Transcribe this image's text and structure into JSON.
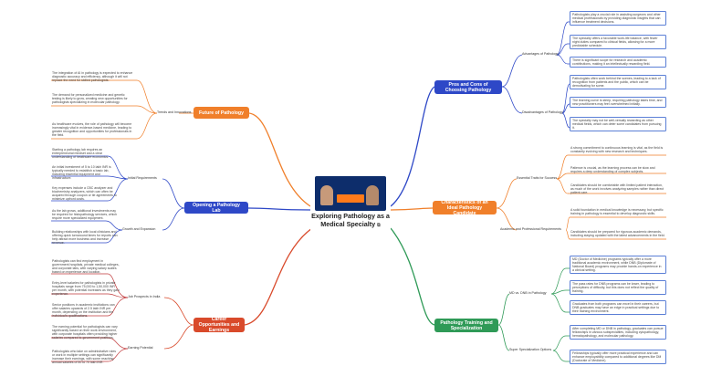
{
  "center": {
    "title": "Exploring Pathology as a Medical Specialty",
    "icon": "external-link-icon"
  },
  "colors": {
    "orange": "#f07f2a",
    "blue": "#2e48c7",
    "green": "#2f9a57",
    "red": "#d94a2b",
    "darkred": "#c0393b"
  },
  "branches": {
    "future": {
      "label": "Future of Pathology",
      "sub": "Trends and Innovations",
      "leaves": [
        "The integration of AI in pathology is expected to enhance diagnostic accuracy and efficiency, although it will not replace the need for skilled pathologists.",
        "The demand for personalized medicine and genetic testing is likely to grow, creating new opportunities for pathologists specializing in molecular pathology.",
        "As healthcare evolves, the role of pathology will become increasingly vital in evidence-based medicine, leading to greater recognition and opportunities for professionals in the field."
      ]
    },
    "lab": {
      "label": "Opening a Pathology Lab",
      "sub1": "Initial Requirements",
      "leaves1": [
        "Starting a pathology lab requires an entrepreneurial mindset and a clear understanding of healthcare economics.",
        "An initial investment of 5 to 10 lakh INR is typically needed to establish a basic lab, including essential equipment and infrastructure.",
        "Key expenses include a CBC analyzer and biochemistry analyzers, which can often be acquired through coupon or tie agreements to minimize upfront costs."
      ],
      "sub2": "Growth and Expansion",
      "leaves2": [
        "As the lab grows, additional investments may be required for histopathology services, which require more specialized equipment.",
        "Building relationships with local clinicians and offering quick turnaround times for reports can help attract more business and increase revenue."
      ]
    },
    "career": {
      "label": "Career Opportunities and Earnings",
      "sub1": "Job Prospects in India",
      "leaves1": [
        "Pathologists can find employment in government hospitals, private medical colleges, and corporate labs, with varying salary scales based on experience and location.",
        "Entry-level salaries for pathologists in private hospitals range from 75,000 to 1,50,000 INR per month, with potential increases as they gain experience.",
        "Senior positions in academic institutions can offer salaries upwards of 2.5 lakh INR per month, depending on the institution and the individual's qualifications."
      ],
      "sub2": "Earning Potential",
      "leaves2": [
        "The earning potential for pathologists can vary significantly based on their work environment, with corporate hospitals often providing higher salaries compared to government positions.",
        "Pathologists who take on administrative roles or work in multiple settings can significantly increase their earnings, with some reaching annual salaries of 50 to 70 lakh INR."
      ]
    },
    "pros": {
      "label": "Pros and Cons of Choosing Pathology",
      "sub1": "Advantages of Pathology",
      "leaves1": [
        "Pathologists play a crucial role in assisting surgeons and other medical professionals by providing diagnostic insights that can influence treatment decisions.",
        "The specialty offers a favorable work-life balance, with fewer night duties compared to clinical fields, allowing for a more predictable schedule.",
        "There is significant scope for research and academic contributions, making it an intellectually rewarding field."
      ],
      "sub2": "Disadvantages of Pathology",
      "leaves2": [
        "Pathologists often work behind the scenes, leading to a lack of recognition from patients and the public, which can be demotivating for some.",
        "The learning curve is steep, requiring pathology takes time, and new practitioners may feel overwhelmed initially.",
        "The specialty may not be well-versally rewarding as other medical fields, which can deter some candidates from pursuing it."
      ]
    },
    "ideal": {
      "label": "Characteristics of an Ideal Pathology Candidate",
      "sub1": "Essential Traits for Success",
      "leaves1": [
        "A strong commitment to continuous learning is vital, as the field is constantly evolving with new research and techniques.",
        "Patience is crucial, as the learning process can be slow and requires a deep understanding of complex subjects.",
        "Candidates should be comfortable with limited patient interaction, as much of the work involves analyzing samples rather than direct patient care."
      ],
      "sub2": "Academic and Professional Requirements",
      "leaves2": [
        "A solid foundation in medical knowledge is necessary, but specific training in pathology is essential to develop diagnostic skills.",
        "Candidates should be prepared for rigorous academic demands, including staying updated with the latest advancements in the field."
      ]
    },
    "training": {
      "label": "Pathology Training and Specialization",
      "sub1": "MD vs. DNB in Pathology",
      "leaves1": [
        "MD (Doctor of Medicine) programs typically offer a more traditional academic environment, while DNB (Diplomate of National Board) programs may provide hands-on experience in a clinical setting.",
        "The pass rates for DNB programs can be lower, leading to perceptions of difficulty, but this does not reflect the quality of training.",
        "Graduates from both programs can excel in their careers, but DNB graduates may have an edge in practical settings due to their training environment."
      ],
      "sub2": "Super Specialization Options",
      "leaves2": [
        "After completing MD or DNB in pathology, graduates can pursue fellowships in various subspecialties, including cytopathology, hematopathology, and molecular pathology.",
        "Fellowships typically offer more practical experience and can enhance employability compared to additional degrees like DM (Doctorate of Medicine)."
      ]
    }
  }
}
